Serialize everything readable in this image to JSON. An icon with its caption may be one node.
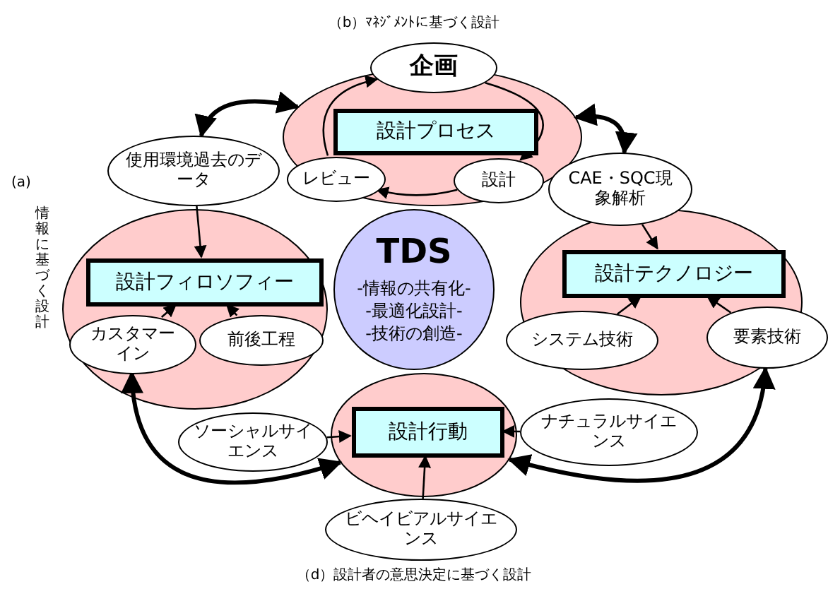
{
  "diagram": {
    "nodes": [
      {
        "text": [],
        "shape": "ellipse"
      },
      {
        "text": [
          "企画"
        ]
      },
      {
        "text": [
          "設計プロセス"
        ],
        "in": 0
      },
      {
        "text": [
          "レビュー"
        ],
        "in": 0
      },
      {
        "text": [
          "設計"
        ],
        "in": 0
      },
      {
        "text": [],
        "shape": "ellipse"
      },
      {
        "text": [
          "使用環境過去のデータ"
        ]
      },
      {
        "text": [
          "設計フィロソフィー"
        ],
        "in": 5
      },
      {
        "text": [
          "カスタマーイン"
        ],
        "in": 5
      },
      {
        "text": [
          "前後工程"
        ],
        "in": 5
      },
      {
        "text": [],
        "shape": "ellipse"
      },
      {
        "text": [
          "CAE・SQC現象解析"
        ]
      },
      {
        "text": [
          "設計テクノロジー"
        ],
        "in": 10
      },
      {
        "text": [
          "システム技術"
        ]
      },
      {
        "text": [
          "要素技術"
        ]
      },
      {
        "text": [],
        "shape": "ellipse"
      },
      {
        "text": [
          "設計行動"
        ],
        "in": 15
      },
      {
        "text": [
          "ソーシャルサイエンス"
        ]
      },
      {
        "text": [
          "ナチュラルサイエンス"
        ]
      },
      {
        "text": [
          "ビヘイビアルサイエンス"
        ]
      },
      {
        "text": [
          "TDS",
          "-情報の共有化-",
          "-最適化設計-",
          "-技術の創造-"
        ]
      }
    ],
    "edges": [
      {
        "from": 1,
        "to": 4,
        "arrow": "to"
      },
      {
        "from": 4,
        "to": 3,
        "arrow": "to"
      },
      {
        "from": 3,
        "to": 1,
        "arrow": "to"
      },
      {
        "from": 6,
        "to": 7,
        "arrow": "to"
      },
      {
        "from": 8,
        "to": 7,
        "arrow": "to"
      },
      {
        "from": 9,
        "to": 7,
        "arrow": "to"
      },
      {
        "from": 11,
        "to": 12,
        "arrow": "to"
      },
      {
        "from": 13,
        "to": 12,
        "arrow": "to"
      },
      {
        "from": 14,
        "to": 12,
        "arrow": "to"
      },
      {
        "from": 17,
        "to": 16,
        "arrow": "to"
      },
      {
        "from": 18,
        "to": 16,
        "arrow": "to"
      },
      {
        "from": 19,
        "to": 16,
        "arrow": "to"
      },
      {
        "from": 0,
        "to": 6,
        "arrow": "both",
        "style": "thick"
      },
      {
        "from": 0,
        "to": 11,
        "arrow": "both",
        "style": "thick"
      },
      {
        "from": 8,
        "to": 15,
        "arrow": "both",
        "style": "thick"
      },
      {
        "from": 14,
        "to": 15,
        "arrow": "both",
        "style": "thick"
      }
    ],
    "labels": [
      "（b）ﾏﾈｼﾞﾒﾝﾄに基づく設計",
      "(a)",
      "情報に基づく設計",
      "（d）設計者の意思決定に基づく設計"
    ]
  }
}
